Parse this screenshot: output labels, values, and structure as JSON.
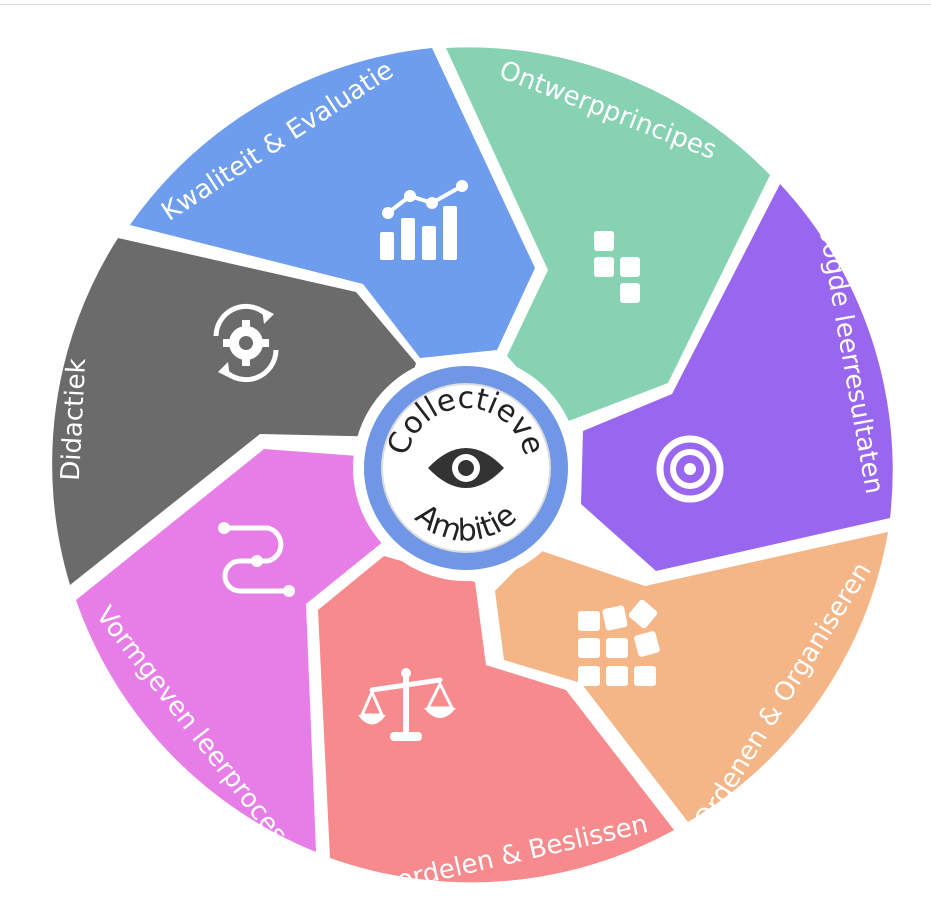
{
  "center": {
    "line1": "Collectieve",
    "line2": "Ambitie",
    "icon": "eye-icon",
    "ring_color": "#6f97e6"
  },
  "segments": [
    {
      "label": "Ontwerpprincipes",
      "icon": "blocks-icon",
      "color": "#86d2b2"
    },
    {
      "label": "Beoogde leerresultaten",
      "icon": "target-icon",
      "color": "#9966f0"
    },
    {
      "label": "Ordenen & Organiseren",
      "icon": "grid-tiles-icon",
      "color": "#f4b587"
    },
    {
      "label": "Beoordelen & Beslissen",
      "icon": "scales-icon",
      "color": "#f68a8d"
    },
    {
      "label": "Vormgeven leerproces",
      "icon": "path-icon",
      "color": "#e77ee7"
    },
    {
      "label": "Didactiek",
      "icon": "cycle-gear-icon",
      "color": "#6b6b6b"
    },
    {
      "label": "Kwaliteit & Evaluatie",
      "icon": "chart-icon",
      "color": "#6e9ded"
    }
  ]
}
